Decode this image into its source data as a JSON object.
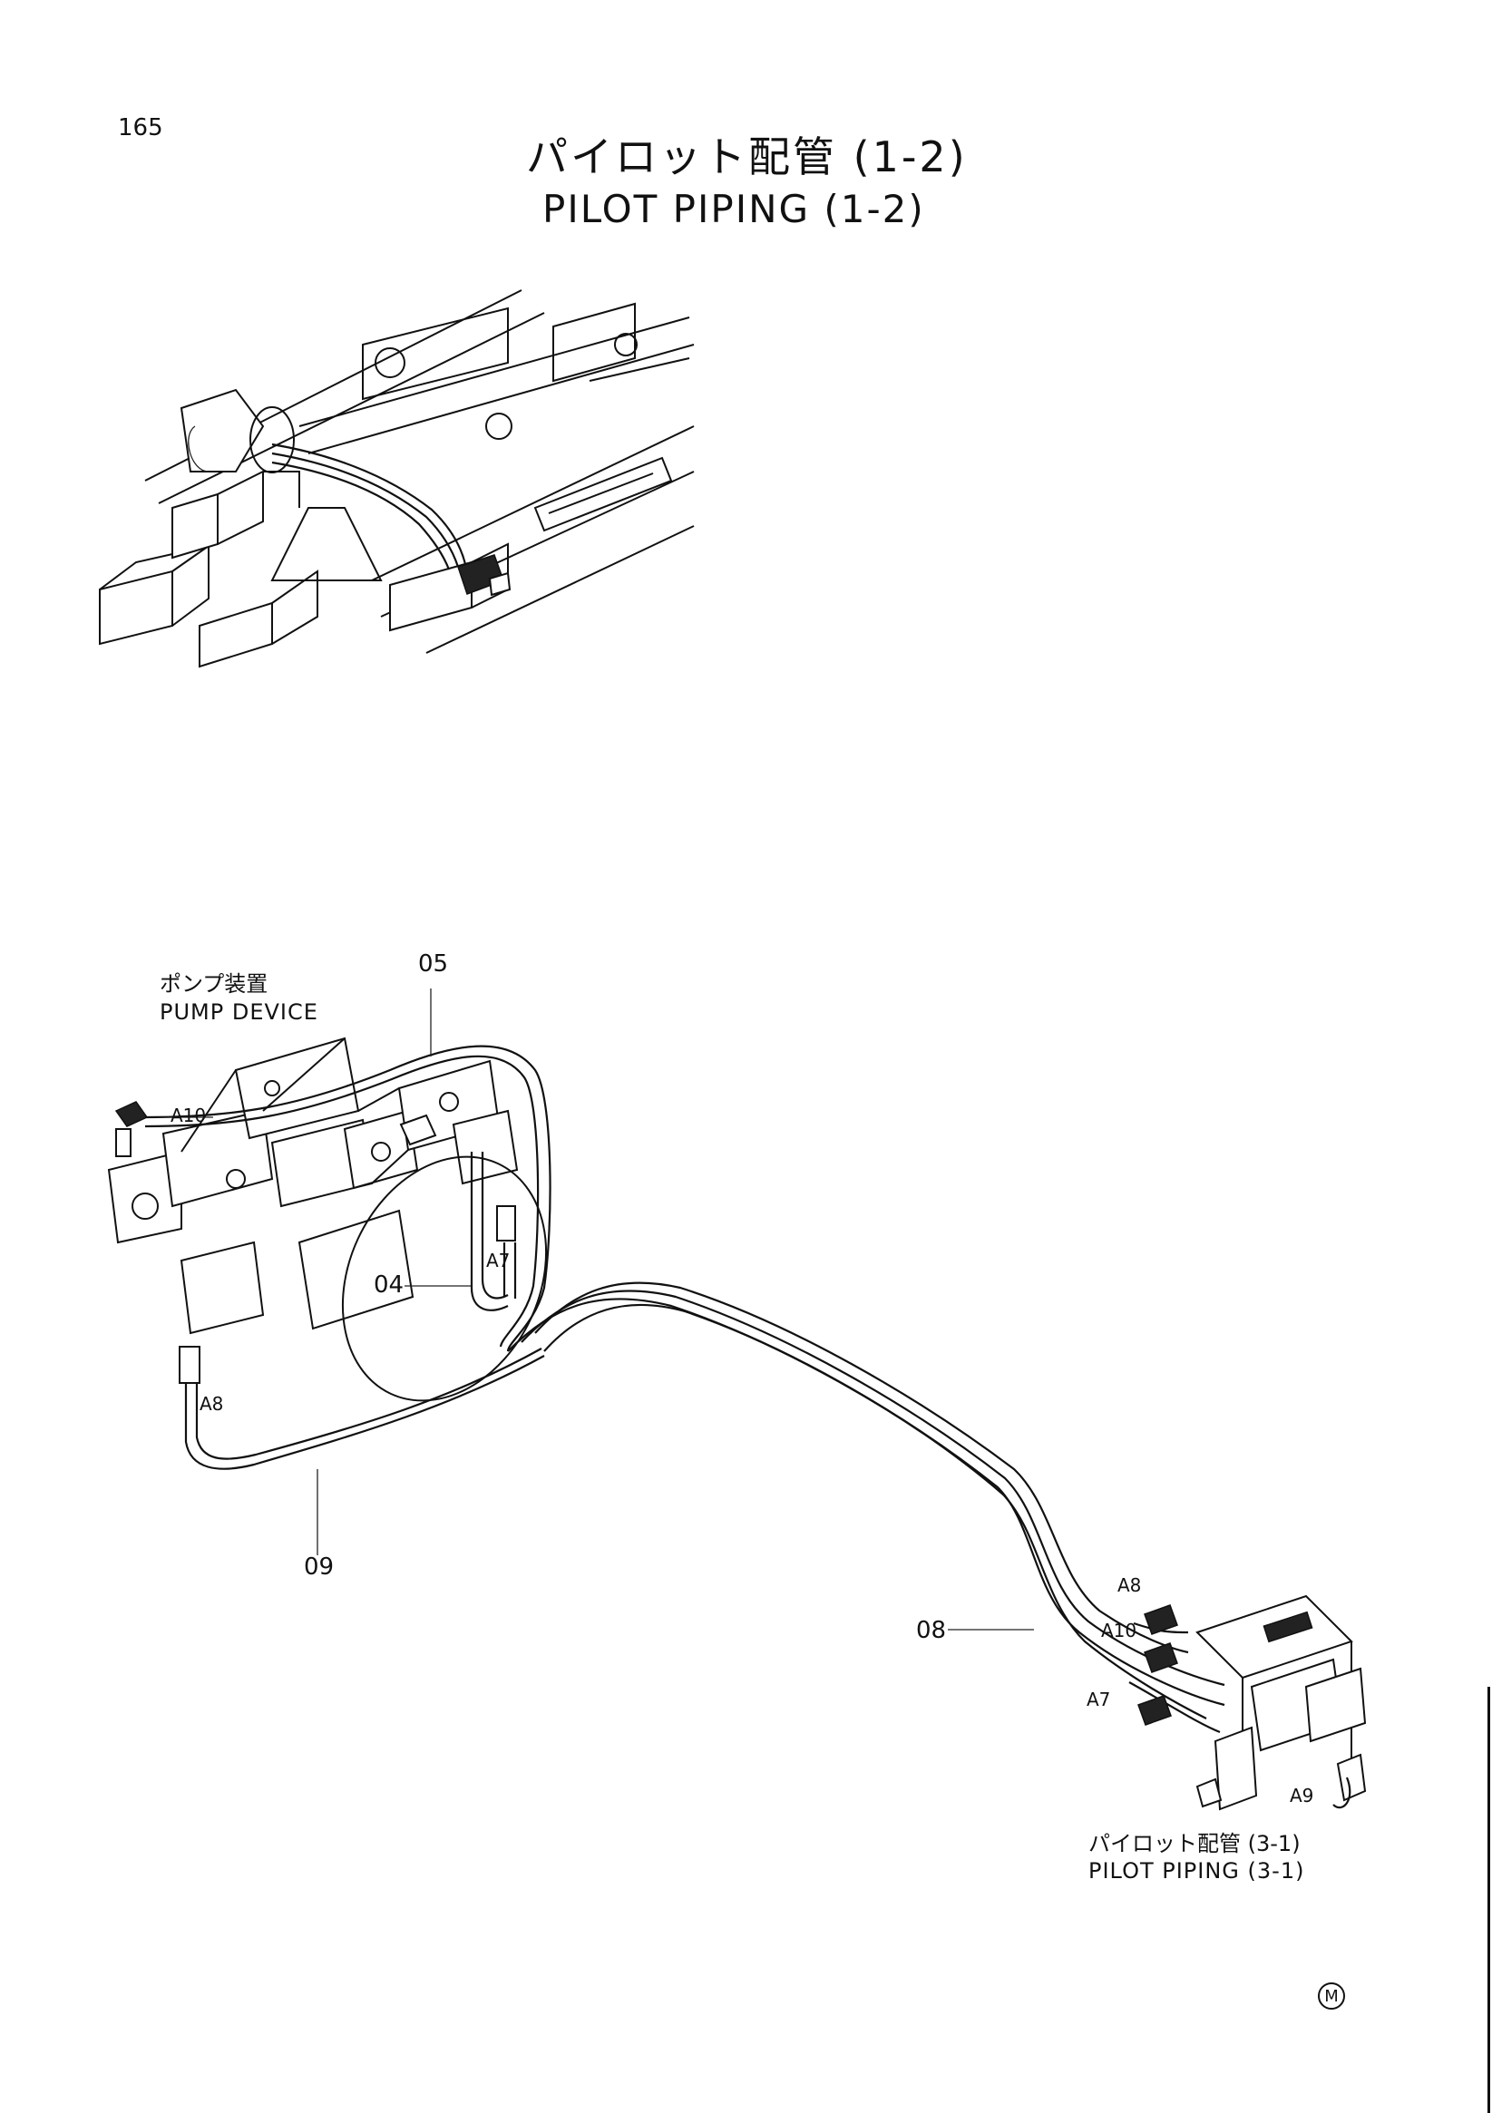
{
  "page": {
    "number": "165",
    "title_jp": "パイロット配管 (1-2)",
    "title_en": "PILOT PIPING (1-2)",
    "mark": "M"
  },
  "labels": {
    "pump_jp": "ポンプ装置",
    "pump_en": "PUMP DEVICE",
    "ref_jp": "パイロット配管 (3-1)",
    "ref_en": "PILOT PIPING (3-1)"
  },
  "callouts": {
    "part_05": "05",
    "part_04": "04",
    "part_09": "09",
    "part_08": "08",
    "port_a10_pump": "A10",
    "port_a7_pump": "A7",
    "port_a8_pump": "A8",
    "port_a8_valve": "A8",
    "port_a10_valve": "A10",
    "port_a7_valve": "A7",
    "port_a9_valve": "A9"
  }
}
